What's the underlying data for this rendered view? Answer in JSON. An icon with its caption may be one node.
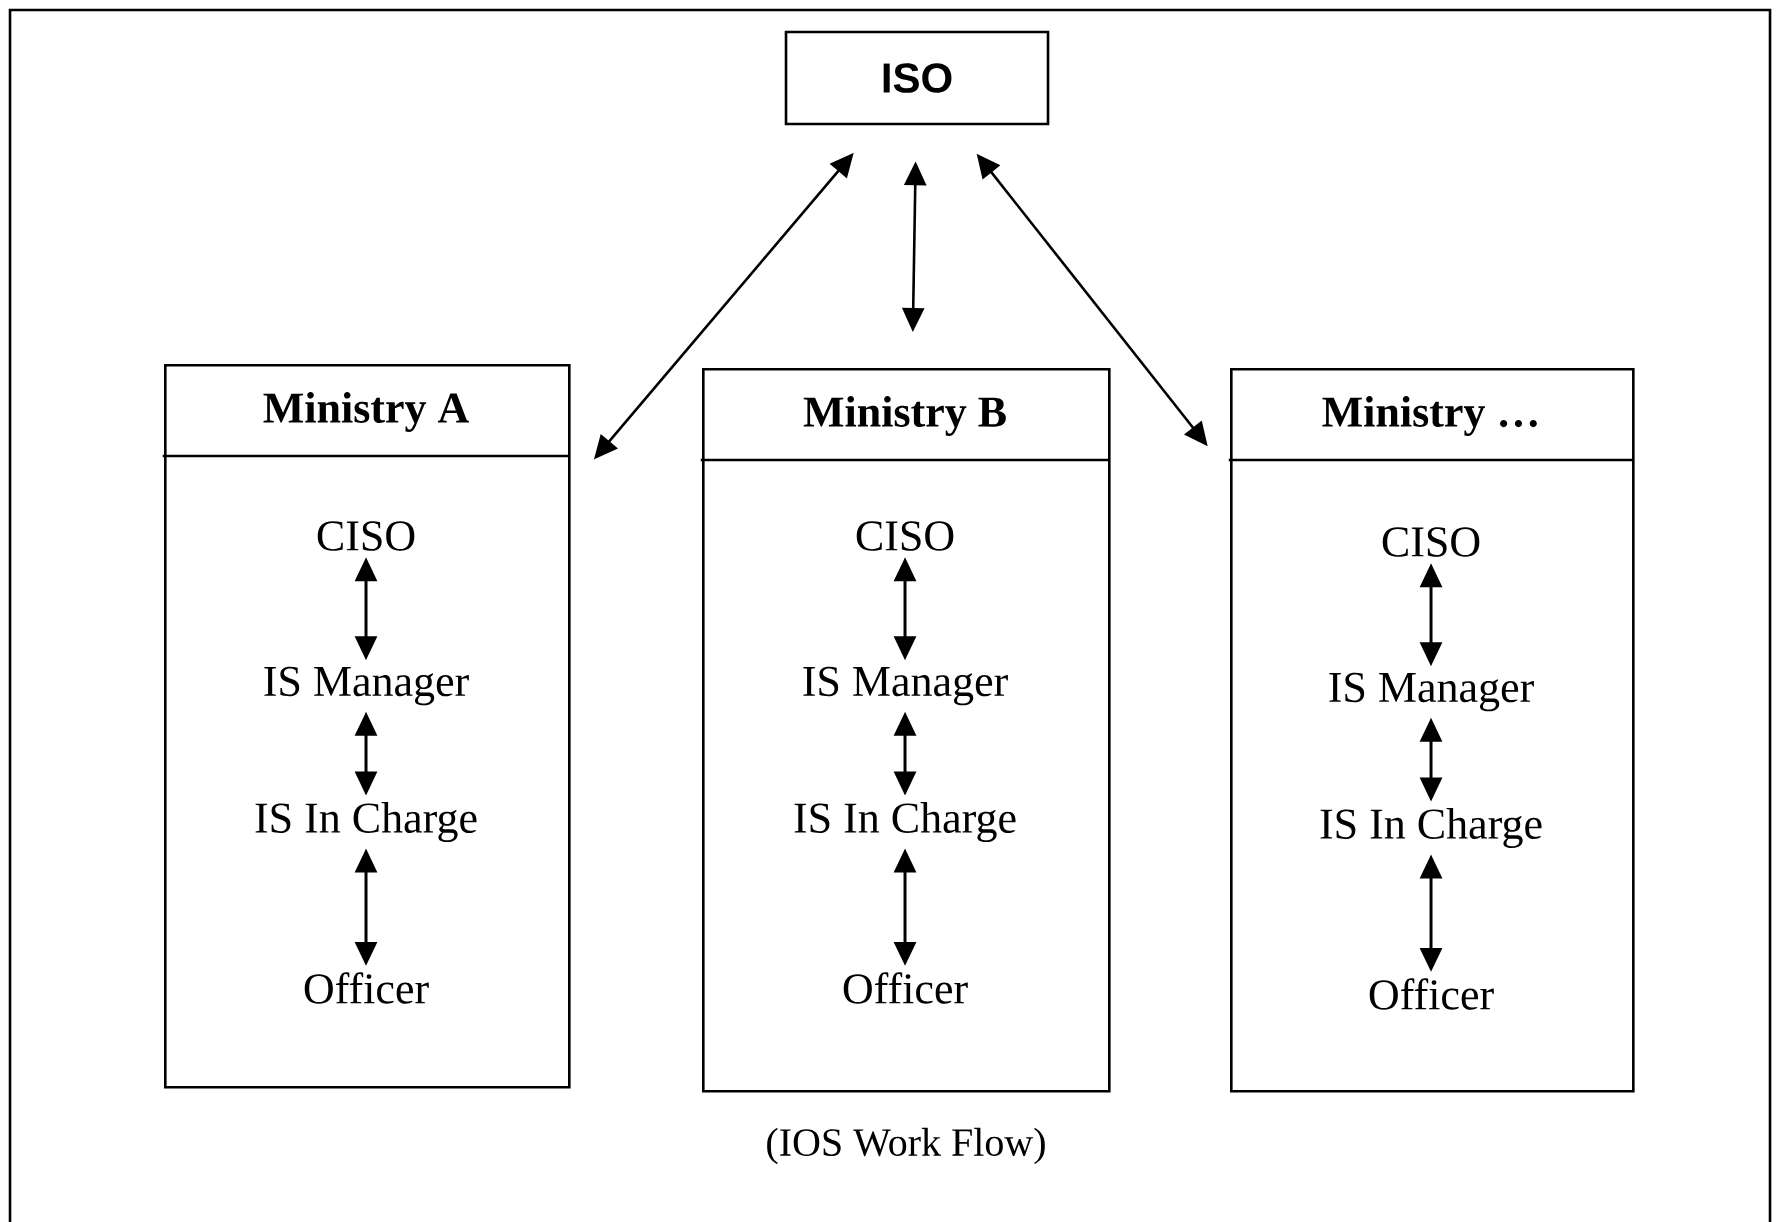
{
  "diagram": {
    "caption": "(IOS Work Flow)",
    "nodes": [
      {
        "text": [
          "ISO"
        ]
      },
      {
        "text": [
          "Ministry A"
        ]
      },
      {
        "text": [
          "CISO"
        ],
        "in": 1
      },
      {
        "text": [
          "IS Manager"
        ],
        "in": 1
      },
      {
        "text": [
          "IS In Charge"
        ],
        "in": 1
      },
      {
        "text": [
          "Officer"
        ],
        "in": 1
      },
      {
        "text": [
          "Ministry B"
        ]
      },
      {
        "text": [
          "CISO"
        ],
        "in": 6
      },
      {
        "text": [
          "IS Manager"
        ],
        "in": 6
      },
      {
        "text": [
          "IS In Charge"
        ],
        "in": 6
      },
      {
        "text": [
          "Officer"
        ],
        "in": 6
      },
      {
        "text": [
          "Ministry …"
        ]
      },
      {
        "text": [
          "CISO"
        ],
        "in": 11
      },
      {
        "text": [
          "IS Manager"
        ],
        "in": 11
      },
      {
        "text": [
          "IS In Charge"
        ],
        "in": 11
      },
      {
        "text": [
          "Officer"
        ],
        "in": 11
      }
    ],
    "edges": [
      {
        "from": 0,
        "to": 1,
        "arrow": "both"
      },
      {
        "from": 0,
        "to": 6,
        "arrow": "both"
      },
      {
        "from": 0,
        "to": 11,
        "arrow": "both"
      },
      {
        "from": 2,
        "to": 3,
        "arrow": "both"
      },
      {
        "from": 3,
        "to": 4,
        "arrow": "both"
      },
      {
        "from": 4,
        "to": 5,
        "arrow": "both"
      },
      {
        "from": 7,
        "to": 8,
        "arrow": "both"
      },
      {
        "from": 8,
        "to": 9,
        "arrow": "both"
      },
      {
        "from": 9,
        "to": 10,
        "arrow": "both"
      },
      {
        "from": 12,
        "to": 13,
        "arrow": "both"
      },
      {
        "from": 13,
        "to": 14,
        "arrow": "both"
      },
      {
        "from": 14,
        "to": 15,
        "arrow": "both"
      }
    ]
  }
}
